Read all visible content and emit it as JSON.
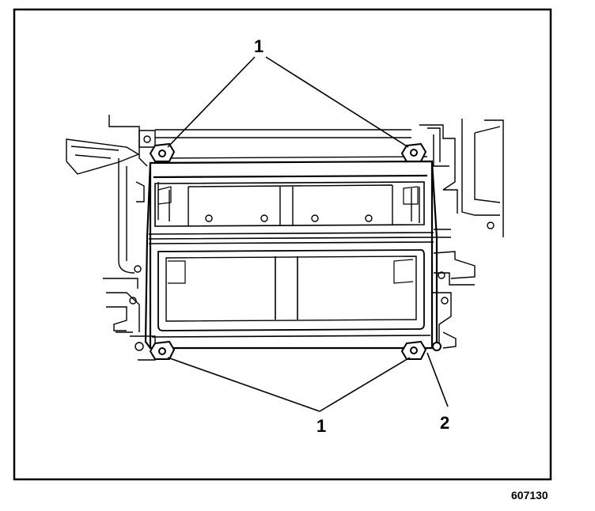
{
  "diagram": {
    "callouts": {
      "top_label": "1",
      "bottom_label": "1",
      "right_label": "2"
    },
    "figure_id": "607130"
  }
}
